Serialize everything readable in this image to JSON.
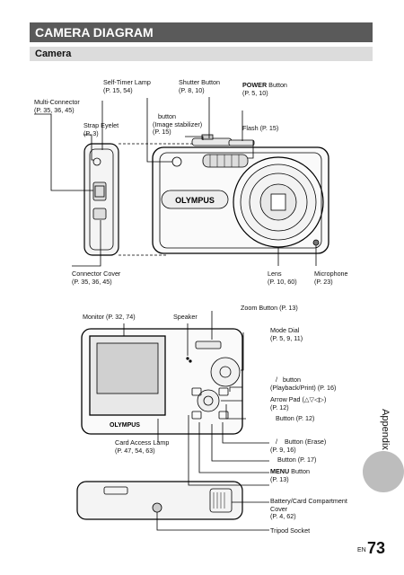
{
  "header": {
    "title": "CAMERA DIAGRAM",
    "section": "Camera"
  },
  "front_labels": {
    "multi_connector": "Multi-Connector\n(P. 35, 36, 45)",
    "self_timer": "Self-Timer Lamp\n(P. 15, 54)",
    "shutter": "Shutter Button\n(P. 8, 10)",
    "power_word": "POWER",
    "power_rest": " Button\n(P. 5, 10)",
    "strap": "Strap Eyelet\n(P. 3)",
    "stabilizer": "   button\n(Image stabilizer)\n(P. 15)",
    "flash": "Flash (P. 15)",
    "connector_cover": "Connector Cover\n(P. 35, 36, 45)",
    "lens": "Lens\n(P. 10, 60)",
    "microphone": "Microphone\n(P. 23)",
    "brand": "OLYMPUS"
  },
  "back_labels": {
    "monitor": "Monitor (P. 32, 74)",
    "speaker": "Speaker",
    "zoom": "Zoom Button (P. 13)",
    "mode_dial": "Mode Dial\n(P. 5, 9, 11)",
    "playback": "   /   button\n(Playback/Print) (P. 16)",
    "arrow_pad": "Arrow Pad (△▽◁▷)\n(P. 12)",
    "ok": "   Button (P. 12)",
    "card_lamp": "Card Access Lamp\n(P. 47, 54, 63)",
    "erase": "   /    Button (Erase)\n(P. 9, 16)",
    "disp": "    Button (P. 17)",
    "menu_word": "MENU",
    "menu_rest": " Button\n(P. 13)",
    "battery": "Battery/Card Compartment\nCover\n(P. 4, 62)",
    "tripod": "Tripod Socket",
    "brand": "OLYMPUS"
  },
  "side_tab": {
    "label": "Appendix"
  },
  "footer": {
    "lang": "EN",
    "page": "73"
  }
}
